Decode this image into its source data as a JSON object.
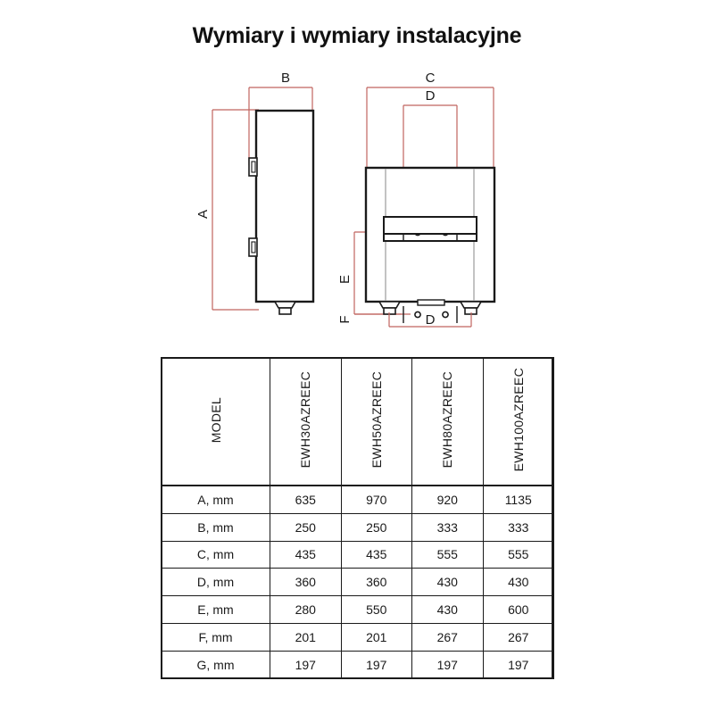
{
  "page": {
    "title": "Wymiary i wymiary instalacyjne",
    "background_color": "#ffffff",
    "line_color": "#1a1a1a",
    "dimension_line_color": "#c0645f"
  },
  "diagram": {
    "side_view": {
      "name": "side-view",
      "labels": {
        "width_top": "B",
        "height_left": "A"
      }
    },
    "front_view": {
      "name": "front-view",
      "labels": {
        "width_top": "C",
        "inner_width_top": "D",
        "height_upper_left": "E",
        "height_lower_left": "F",
        "width_bottom": "D"
      }
    }
  },
  "table": {
    "name": "dimensions-table",
    "header": [
      "MODEL",
      "EWH30AZREEC",
      "EWH50AZREEC",
      "EWH80AZREEC",
      "EWH100AZREEC"
    ],
    "rows": [
      {
        "label": "A, mm",
        "values": [
          "635",
          "970",
          "920",
          "1135"
        ]
      },
      {
        "label": "B, mm",
        "values": [
          "250",
          "250",
          "333",
          "333"
        ]
      },
      {
        "label": "C, mm",
        "values": [
          "435",
          "435",
          "555",
          "555"
        ]
      },
      {
        "label": "D, mm",
        "values": [
          "360",
          "360",
          "430",
          "430"
        ]
      },
      {
        "label": "E, mm",
        "values": [
          "280",
          "550",
          "430",
          "600"
        ]
      },
      {
        "label": "F, mm",
        "values": [
          "201",
          "201",
          "267",
          "267"
        ]
      },
      {
        "label": "G, mm",
        "values": [
          "197",
          "197",
          "197",
          "197"
        ]
      }
    ]
  }
}
